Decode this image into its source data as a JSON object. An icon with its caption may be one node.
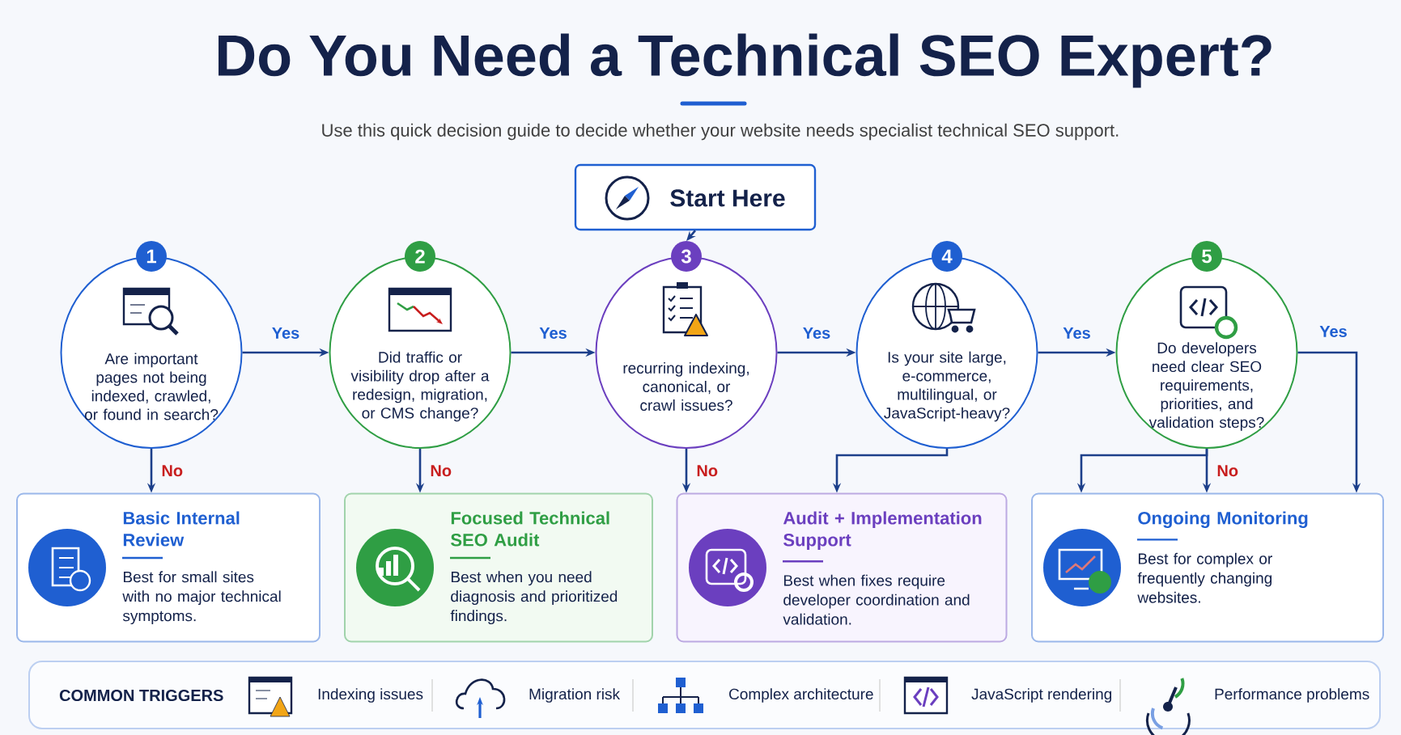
{
  "diagram": {
    "title": "Do You Need a Technical SEO Expert?",
    "caption": "Use this quick decision guide to decide whether your website needs specialist technical SEO support.",
    "nodes": [
      {
        "text": [
          "Start Here"
        ]
      },
      {
        "text": [
          "1",
          "Are important pages not being indexed, crawled, or found in search?"
        ]
      },
      {
        "text": [
          "2",
          "Did traffic or visibility drop after a redesign, migration, or CMS change?"
        ]
      },
      {
        "text": [
          "3",
          "recurring indexing, canonical, or crawl issues?"
        ]
      },
      {
        "text": [
          "4",
          "Is your site large, e-commerce, multilingual, or JavaScript-heavy?"
        ]
      },
      {
        "text": [
          "5",
          "Do developers need clear SEO requirements, priorities, and validation steps?"
        ]
      },
      {
        "text": [
          "Basic Internal Review",
          "Best for small sites with no major technical symptoms."
        ]
      },
      {
        "text": [
          "Focused Technical SEO Audit",
          "Best when you need diagnosis and prioritized findings."
        ]
      },
      {
        "text": [
          "Audit + Implementation Support",
          "Best when fixes require developer coordination and validation."
        ]
      },
      {
        "text": [
          "Ongoing Monitoring",
          "Best for complex or frequently changing websites."
        ]
      }
    ],
    "edges": [
      {
        "from": 0,
        "to": 3,
        "arrow": "to"
      },
      {
        "from": 1,
        "to": 2,
        "arrow": "to",
        "label": "Yes"
      },
      {
        "from": 2,
        "to": 3,
        "arrow": "to",
        "label": "Yes"
      },
      {
        "from": 3,
        "to": 4,
        "arrow": "to",
        "label": "Yes"
      },
      {
        "from": 4,
        "to": 5,
        "arrow": "to",
        "label": "Yes"
      },
      {
        "from": 5,
        "to": 9,
        "arrow": "to",
        "label": "Yes"
      },
      {
        "from": 1,
        "to": 6,
        "arrow": "to",
        "label": "No"
      },
      {
        "from": 2,
        "to": 7,
        "arrow": "to",
        "label": "No"
      },
      {
        "from": 3,
        "to": 8,
        "arrow": "to",
        "label": "No"
      },
      {
        "from": 4,
        "to": 8,
        "arrow": "to"
      },
      {
        "from": 5,
        "to": 9,
        "arrow": "to"
      },
      {
        "from": 5,
        "to": 9,
        "arrow": "to",
        "label": "No"
      }
    ],
    "labels": [
      "COMMON TRIGGERS",
      "Indexing issues",
      "Migration risk",
      "Complex architecture",
      "JavaScript rendering",
      "Performance problems"
    ]
  }
}
